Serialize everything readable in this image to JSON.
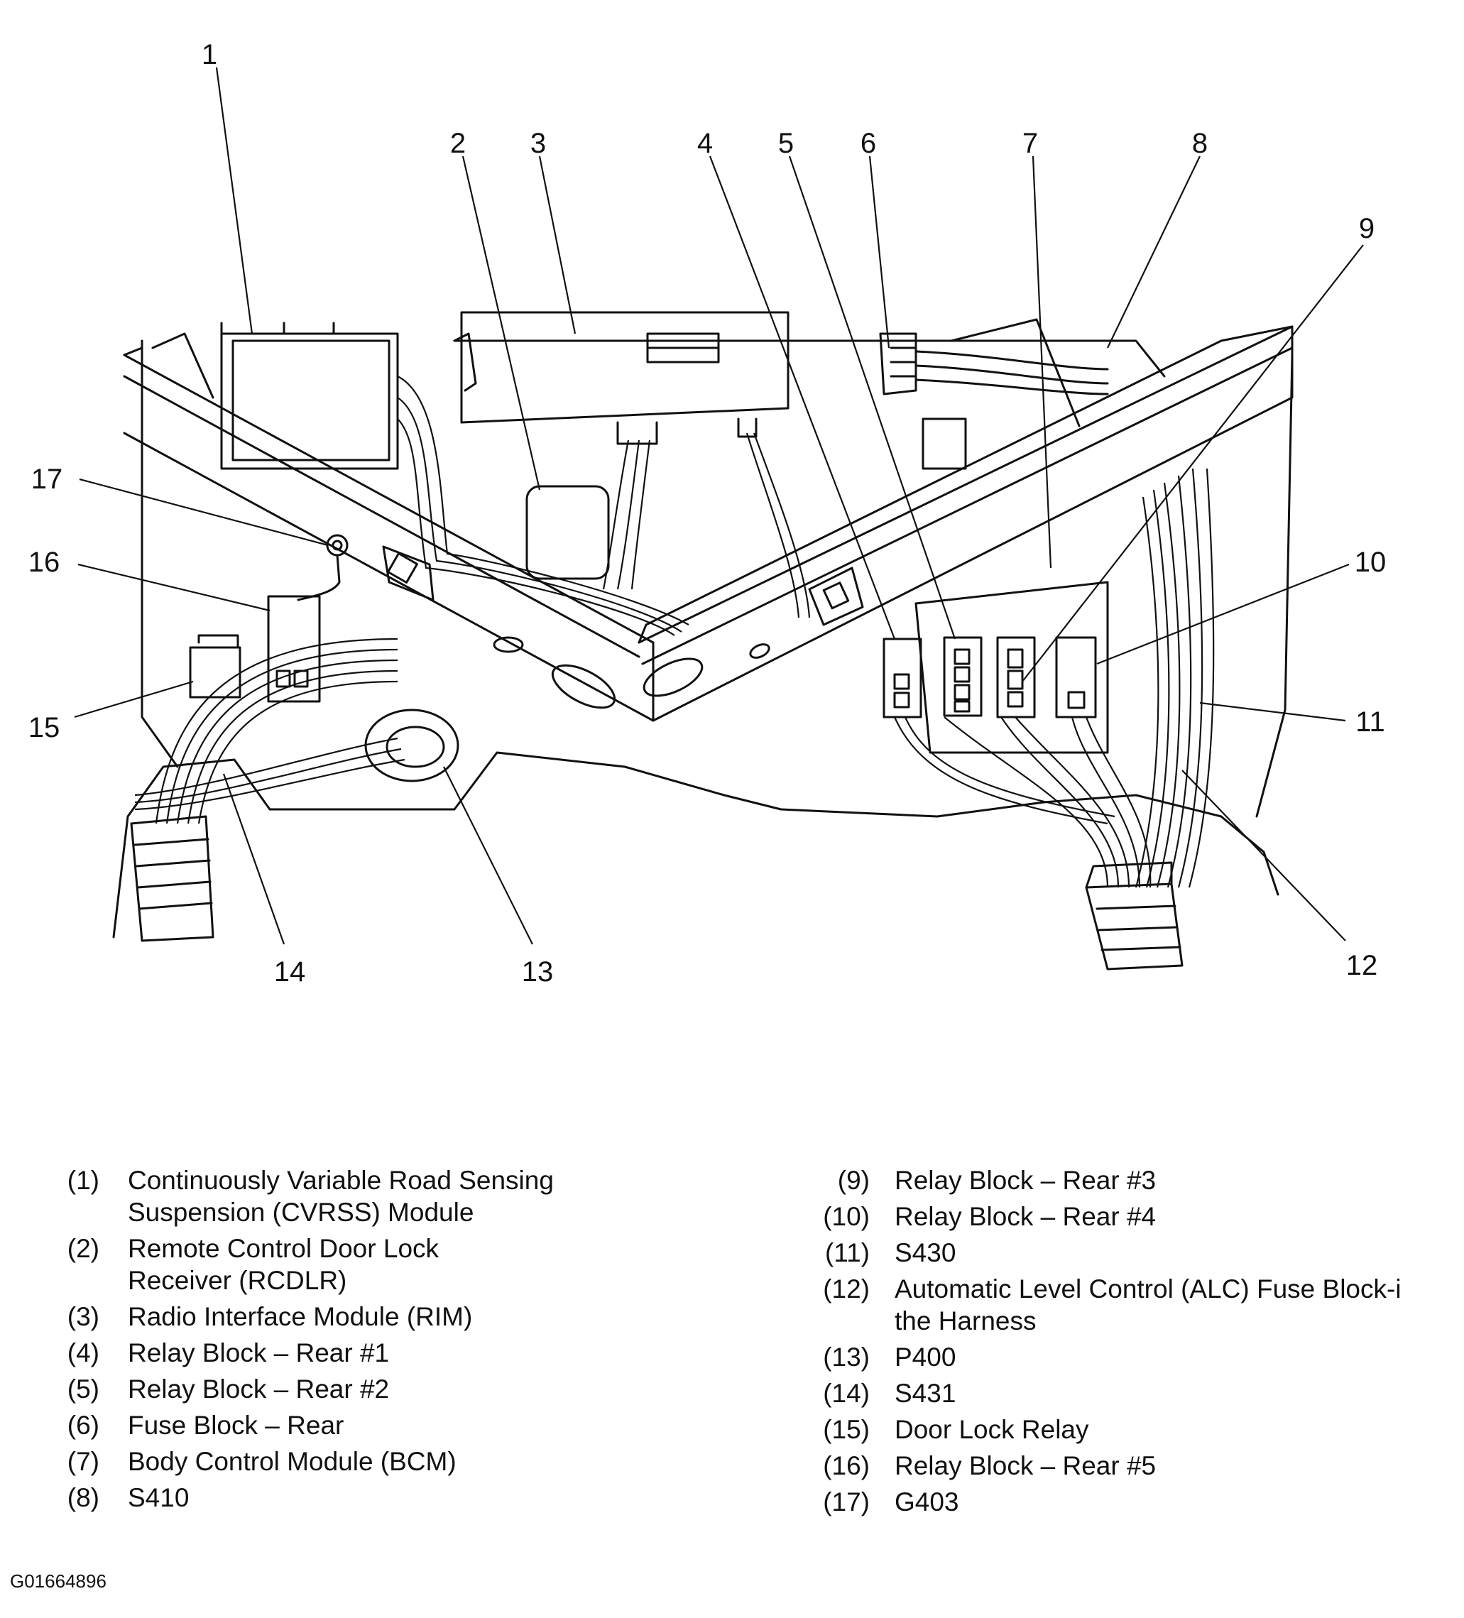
{
  "callouts": [
    "1",
    "2",
    "3",
    "4",
    "5",
    "6",
    "7",
    "8",
    "9",
    "10",
    "11",
    "12",
    "13",
    "14",
    "15",
    "16",
    "17"
  ],
  "legend": {
    "left": [
      {
        "num": "(1)",
        "text": "Continuously Variable Road Sensing\nSuspension (CVRSS) Module"
      },
      {
        "num": "(2)",
        "text": "Remote Control Door Lock\nReceiver (RCDLR)"
      },
      {
        "num": "(3)",
        "text": "Radio Interface Module (RIM)"
      },
      {
        "num": "(4)",
        "text": "Relay Block – Rear #1"
      },
      {
        "num": "(5)",
        "text": "Relay Block – Rear #2"
      },
      {
        "num": "(6)",
        "text": "Fuse Block – Rear"
      },
      {
        "num": "(7)",
        "text": "Body Control Module (BCM)"
      },
      {
        "num": "(8)",
        "text": "S410"
      }
    ],
    "right": [
      {
        "num": "(9)",
        "text": "Relay Block – Rear #3"
      },
      {
        "num": "(10)",
        "text": "Relay Block – Rear #4"
      },
      {
        "num": "(11)",
        "text": "S430"
      },
      {
        "num": "(12)",
        "text": "Automatic Level Control (ALC) Fuse Block-i\nthe Harness"
      },
      {
        "num": "(13)",
        "text": "P400"
      },
      {
        "num": "(14)",
        "text": "S431"
      },
      {
        "num": "(15)",
        "text": "Door Lock Relay"
      },
      {
        "num": "(16)",
        "text": "Relay Block – Rear #5"
      },
      {
        "num": "(17)",
        "text": "G403"
      }
    ]
  },
  "figure_id": "G01664896"
}
